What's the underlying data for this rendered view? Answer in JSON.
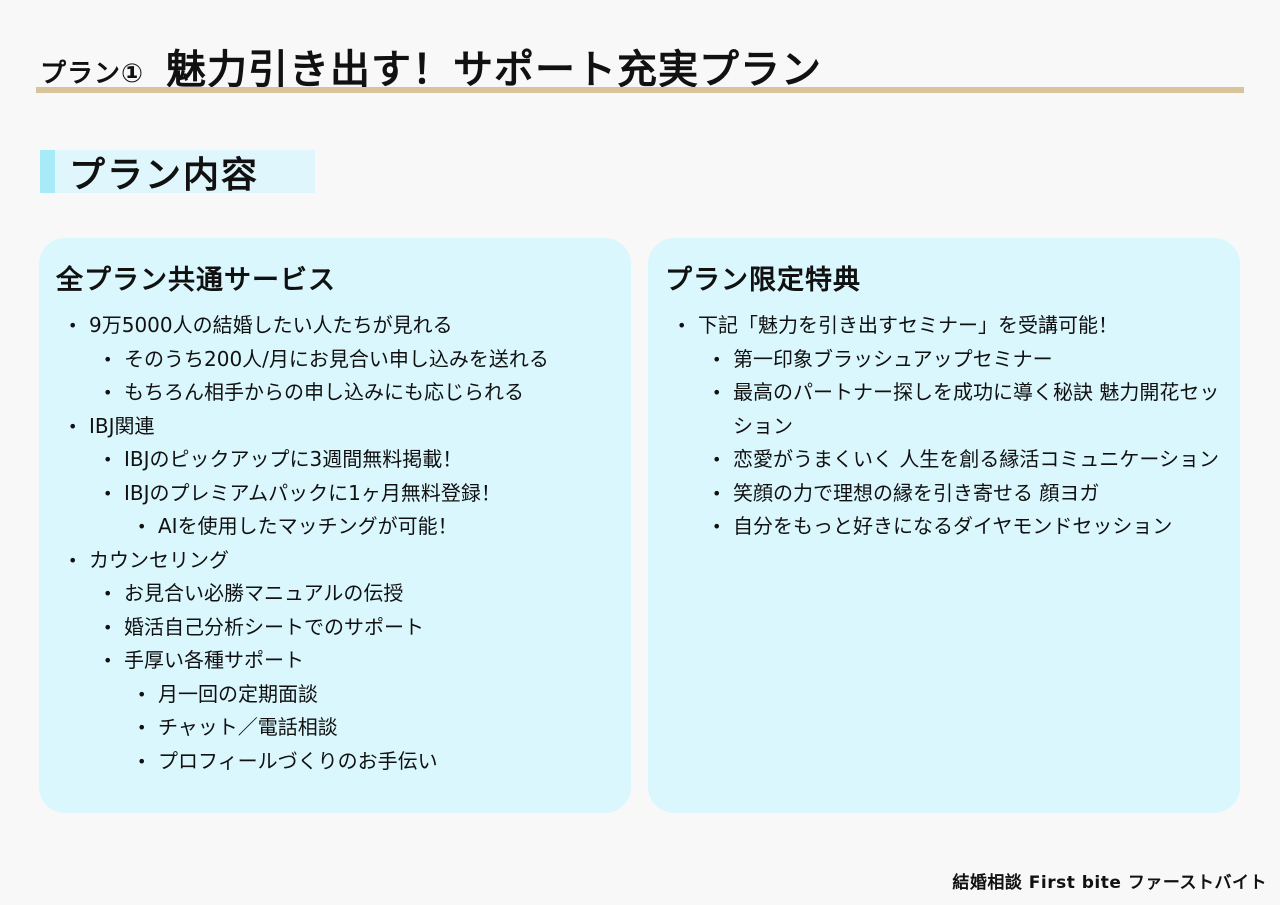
{
  "header": {
    "prefix": "プラン①",
    "title": "魅力引き出す！サポート充実プラン"
  },
  "section": {
    "title": "プラン内容"
  },
  "left_card": {
    "title": "全プラン共通サービス",
    "items": [
      {
        "level": 1,
        "text": "9万5000人の結婚したい人たちが見れる"
      },
      {
        "level": 2,
        "text": "そのうち200人/月にお見合い申し込みを送れる"
      },
      {
        "level": 2,
        "text": "もちろん相手からの申し込みにも応じられる"
      },
      {
        "level": 1,
        "text": "IBJ関連"
      },
      {
        "level": 2,
        "text": "IBJのピックアップに3週間無料掲載！"
      },
      {
        "level": 2,
        "text": "IBJのプレミアムパックに1ヶ月無料登録！"
      },
      {
        "level": 3,
        "text": "AIを使用したマッチングが可能！"
      },
      {
        "level": 1,
        "text": "カウンセリング"
      },
      {
        "level": 2,
        "text": "お見合い必勝マニュアルの伝授"
      },
      {
        "level": 2,
        "text": "婚活自己分析シートでのサポート"
      },
      {
        "level": 2,
        "text": "手厚い各種サポート"
      },
      {
        "level": 3,
        "text": "月一回の定期面談"
      },
      {
        "level": 3,
        "text": "チャット／電話相談"
      },
      {
        "level": 3,
        "text": "プロフィールづくりのお手伝い"
      }
    ]
  },
  "right_card": {
    "title": "プラン限定特典",
    "items": [
      {
        "level": 1,
        "text": "下記「魅力を引き出すセミナー」を受講可能！"
      },
      {
        "level": 2,
        "text": "第一印象ブラッシュアップセミナー"
      },
      {
        "level": 2,
        "text": "最高のパートナー探しを成功に導く秘訣 魅力開花セッション"
      },
      {
        "level": 2,
        "text": "恋愛がうまくいく 人生を創る縁活コミュニケーション"
      },
      {
        "level": 2,
        "text": "笑顔の力で理想の縁を引き寄せる 顔ヨガ"
      },
      {
        "level": 2,
        "text": "自分をもっと好きになるダイヤモンドセッション"
      }
    ]
  },
  "footer": {
    "brand": "結婚相談 First bite ファーストバイト"
  },
  "colors": {
    "accent_rule": "#d7c49a",
    "section_bar": "#a8ebf8",
    "card_background": "#daf7fd"
  }
}
